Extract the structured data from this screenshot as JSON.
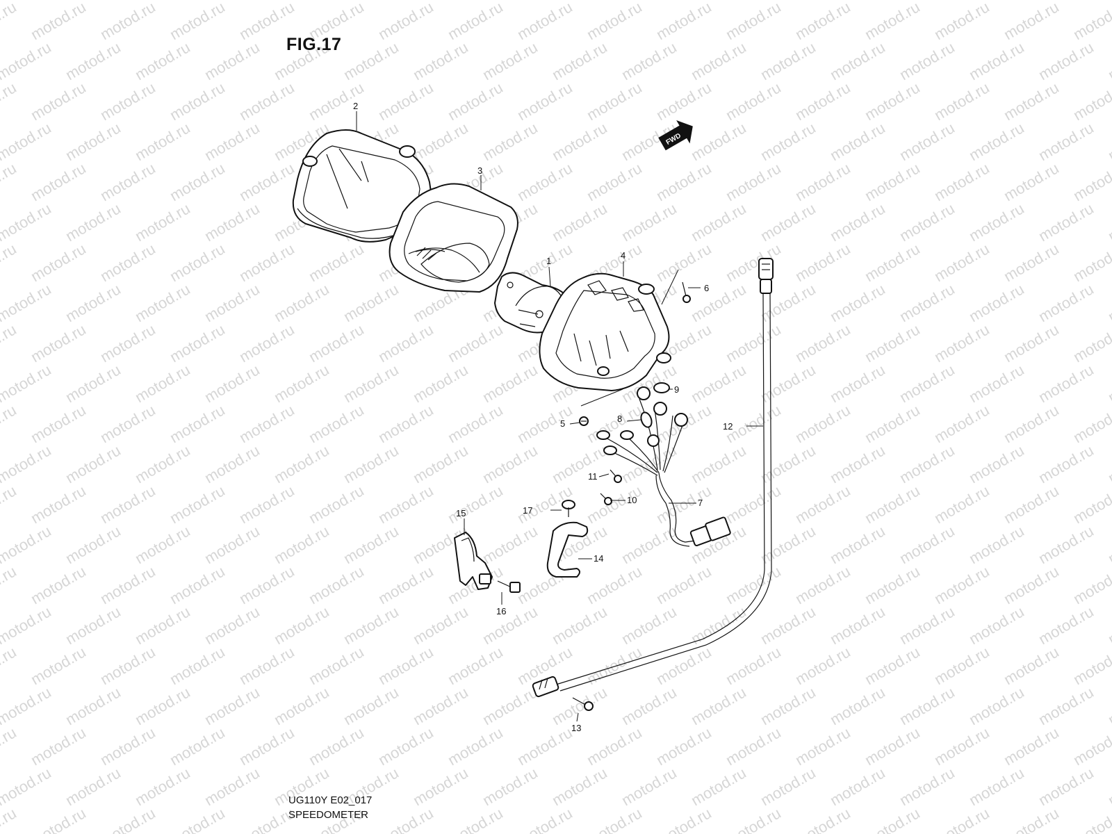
{
  "figure": {
    "title": "FIG.17",
    "model_code": "UG110Y E02_017",
    "section_name": "SPEEDOMETER"
  },
  "watermark": {
    "text": "motod.ru",
    "color": "#d6d6d6"
  },
  "direction_badge": {
    "label": "FWD"
  },
  "callouts": [
    {
      "id": "c1",
      "label": "1"
    },
    {
      "id": "c2",
      "label": "2"
    },
    {
      "id": "c3",
      "label": "3"
    },
    {
      "id": "c4",
      "label": "4"
    },
    {
      "id": "c5",
      "label": "5"
    },
    {
      "id": "c6",
      "label": "6"
    },
    {
      "id": "c7",
      "label": "7"
    },
    {
      "id": "c8",
      "label": "8"
    },
    {
      "id": "c9",
      "label": "9"
    },
    {
      "id": "c10",
      "label": "10"
    },
    {
      "id": "c11",
      "label": "11"
    },
    {
      "id": "c12",
      "label": "12"
    },
    {
      "id": "c13",
      "label": "13"
    },
    {
      "id": "c14",
      "label": "14"
    },
    {
      "id": "c15",
      "label": "15"
    },
    {
      "id": "c16",
      "label": "16"
    },
    {
      "id": "c17",
      "label": "17"
    }
  ]
}
